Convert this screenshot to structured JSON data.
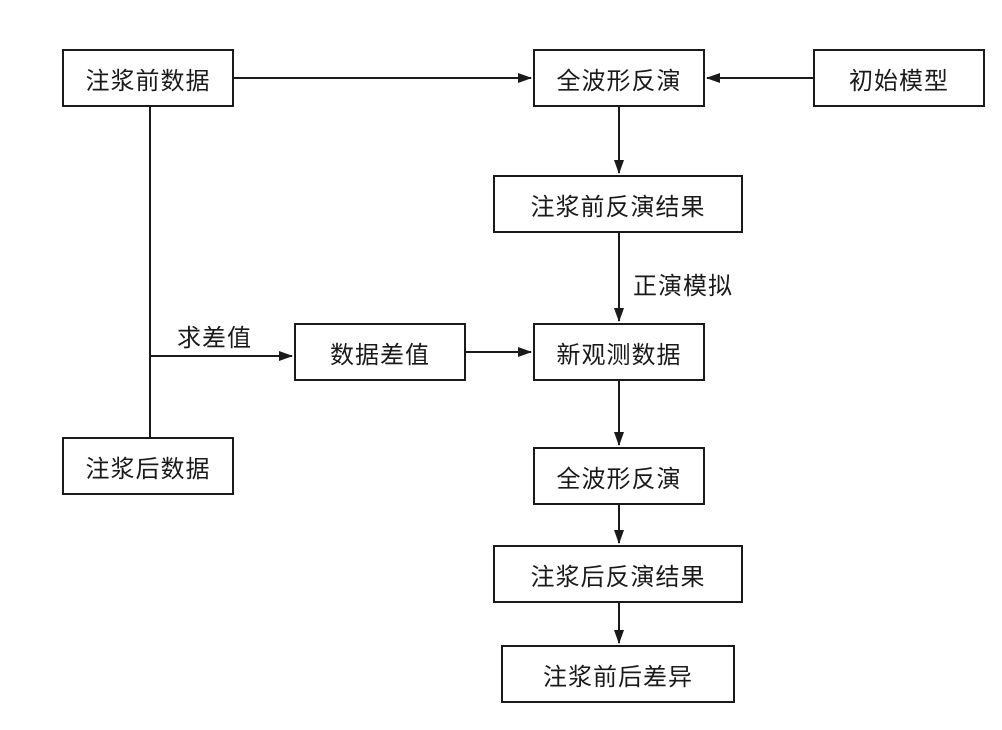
{
  "diagram": {
    "nodes": {
      "pre_data": "注浆前数据",
      "fwi_1": "全波形反演",
      "initial_model": "初始模型",
      "pre_result": "注浆前反演结果",
      "new_observed": "新观测数据",
      "data_difference": "数据差值",
      "post_data": "注浆后数据",
      "fwi_2": "全波形反演",
      "post_result": "注浆后反演结果",
      "pre_post_difference": "注浆前后差异"
    },
    "edge_labels": {
      "forward_modeling": "正演模拟",
      "subtract": "求差值"
    },
    "edges": [
      {
        "from": "pre_data",
        "to": "fwi_1"
      },
      {
        "from": "initial_model",
        "to": "fwi_1"
      },
      {
        "from": "fwi_1",
        "to": "pre_result"
      },
      {
        "from": "pre_result",
        "to": "new_observed",
        "label": "forward_modeling"
      },
      {
        "from": "pre_data",
        "to": "data_difference",
        "label": "subtract"
      },
      {
        "from": "post_data",
        "to": "data_difference",
        "label": "subtract"
      },
      {
        "from": "data_difference",
        "to": "new_observed"
      },
      {
        "from": "new_observed",
        "to": "fwi_2"
      },
      {
        "from": "fwi_2",
        "to": "post_result"
      },
      {
        "from": "post_result",
        "to": "pre_post_difference"
      }
    ],
    "colors": {
      "stroke": "#1a1a1a",
      "background": "#ffffff"
    }
  }
}
